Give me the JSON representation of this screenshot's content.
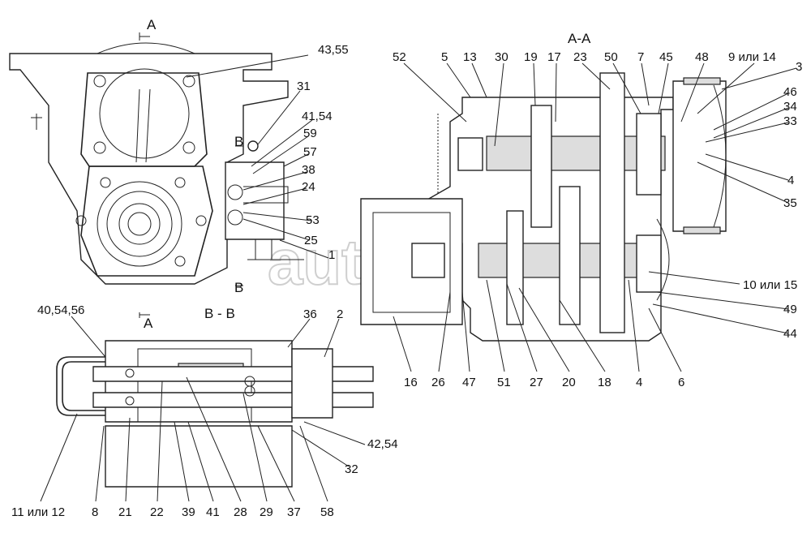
{
  "watermark": "autopiter.ru",
  "views": {
    "section_aa_title": "А-А",
    "section_vv_title": "В - В",
    "cut_a_top": "А",
    "cut_a_bottom": "А",
    "cut_v_top": "В",
    "cut_v_bottom": "В"
  },
  "labels_front": [
    "43,55",
    "31",
    "41,54",
    "59",
    "57",
    "38",
    "24",
    "53",
    "25",
    "1"
  ],
  "labels_aa_top": [
    "52",
    "5",
    "13",
    "30",
    "19",
    "17",
    "23",
    "50",
    "7",
    "45",
    "48",
    "9 или 14"
  ],
  "labels_aa_right": [
    "3",
    "46",
    "34",
    "33",
    "4",
    "35",
    "10 или 15",
    "49",
    "44"
  ],
  "labels_aa_bottom": [
    "16",
    "26",
    "47",
    "51",
    "27",
    "20",
    "18",
    "4",
    "6"
  ],
  "labels_vv": [
    "40,54,56",
    "36",
    "2",
    "42,54",
    "32"
  ],
  "labels_vv_bottom": [
    "11 или 12",
    "8",
    "21",
    "22",
    "39",
    "41",
    "28",
    "29",
    "37",
    "58"
  ]
}
